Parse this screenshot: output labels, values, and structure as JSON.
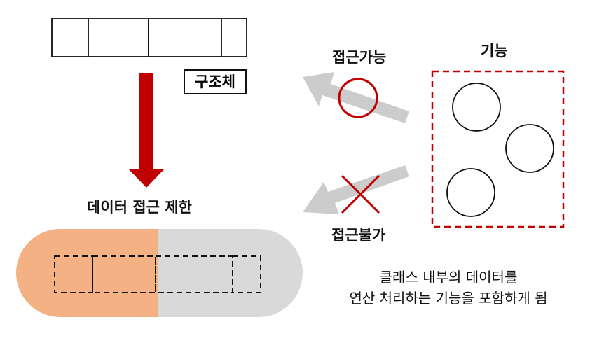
{
  "labels": {
    "struct": "구조체",
    "data_restriction": "데이터 접근 제한",
    "accessible": "접근가능",
    "function": "기능",
    "inaccessible": "접근불가"
  },
  "caption": {
    "line1": "클래스 내부의 데이터를",
    "line2": "연산 처리하는 기능을 포함하게 됨"
  },
  "colors": {
    "red": "#c00000",
    "dark_red": "#c00000",
    "orange": "#f4b183",
    "gray": "#d9d9d9",
    "arrow_gray": "#cccccc",
    "line": "#111111"
  }
}
